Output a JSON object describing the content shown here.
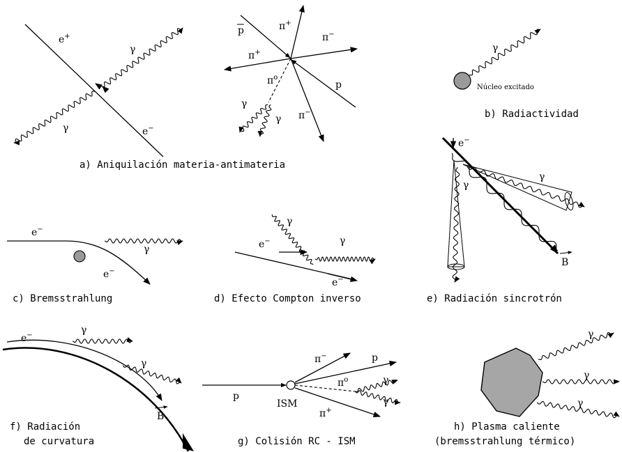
{
  "captions": {
    "a": "a) Aniquilación materia-antimateria",
    "b": "b) Radiactividad",
    "c": "c) Bremsstrahlung",
    "d": "d) Efecto Compton inverso",
    "e": "e) Radiación sincrotrón",
    "f_line1": "f) Radiación",
    "f_line2": "de curvatura",
    "g": "g) Colisión RC - ISM",
    "h_line1": "h) Plasma caliente",
    "h_line2": "(bremsstrahlung térmico)"
  },
  "symbols": {
    "gamma": "γ",
    "e": "e",
    "pi": "π",
    "p": "p",
    "pbar": "p",
    "B": "B",
    "plus": "+",
    "minus": "−",
    "zero": "o"
  },
  "labels": {
    "nucleo": "Núcleo excitado",
    "ism": "ISM"
  },
  "colors": {
    "ink": "#000000",
    "particle_fill": "#9a9a9a",
    "plasma_fill": "#a6a6a6"
  }
}
